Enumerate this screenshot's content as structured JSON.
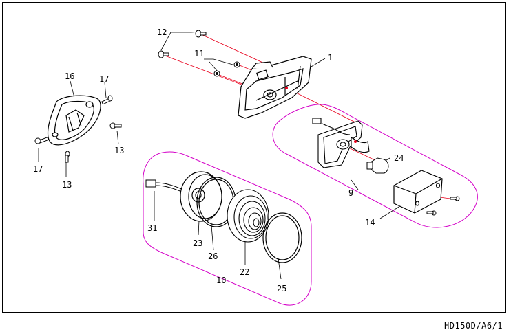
{
  "document_code": "HD150D/A6/1",
  "callouts": {
    "c1": "1",
    "c9": "9",
    "c10": "10",
    "c11": "11",
    "c12": "12",
    "c13a": "13",
    "c13b": "13",
    "c14": "14",
    "c16": "16",
    "c17a": "17",
    "c17b": "17",
    "c22": "22",
    "c23": "23",
    "c24": "24",
    "c25": "25",
    "c26": "26",
    "c31": "31"
  },
  "colors": {
    "outline": "#000000",
    "centerline": "#e8001c",
    "group": "#d400c8"
  }
}
